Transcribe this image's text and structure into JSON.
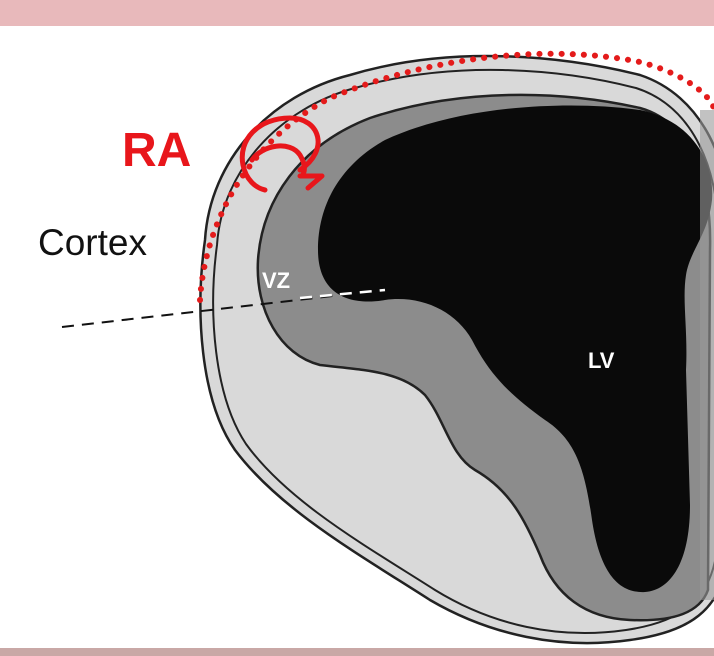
{
  "labels": {
    "ra": "RA",
    "cortex": "Cortex",
    "vz": "VZ",
    "lv": "LV"
  },
  "colors": {
    "header_band": "#e8b9bb",
    "bottom_band": "#c9a8a6",
    "outer_layer": "#d9d9d9",
    "middle_layer": "#8c8c8c",
    "ventricle": "#0a0a0a",
    "outline": "#222222",
    "ra_red": "#e8161b",
    "dots_red": "#e41b1b",
    "light_text": "#ffffff",
    "dark_text": "#111111"
  },
  "icons": {
    "ra_marker": "circular-arrow-icon",
    "meninges_marker": "dotted-line"
  }
}
